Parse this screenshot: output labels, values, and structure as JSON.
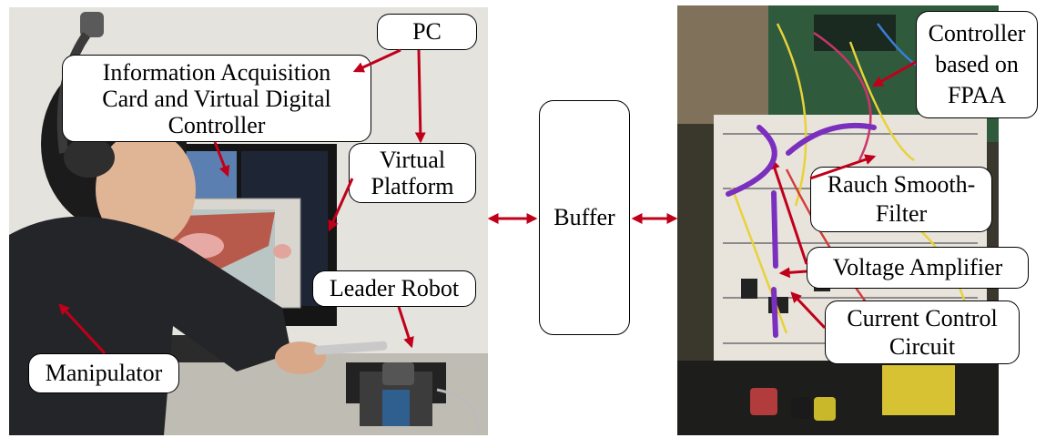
{
  "labels": {
    "pc": "PC",
    "info_card": [
      "Information Acquisition",
      "Card and Virtual Digital",
      "Controller"
    ],
    "virtual_platform": [
      "Virtual",
      "Platform"
    ],
    "leader_robot": "Leader Robot",
    "manipulator": "Manipulator",
    "buffer": "Buffer",
    "controller_fpaa": [
      "Controller",
      "based on",
      "FPAA"
    ],
    "rauch_filter": [
      "Rauch Smooth-",
      "Filter"
    ],
    "voltage_amplifier": "Voltage Amplifier",
    "current_control": [
      "Current Control",
      "Circuit"
    ]
  },
  "colors": {
    "arrow": "#c0001a",
    "filter_marker": "#7b2fbf",
    "box_border": "#000000"
  }
}
